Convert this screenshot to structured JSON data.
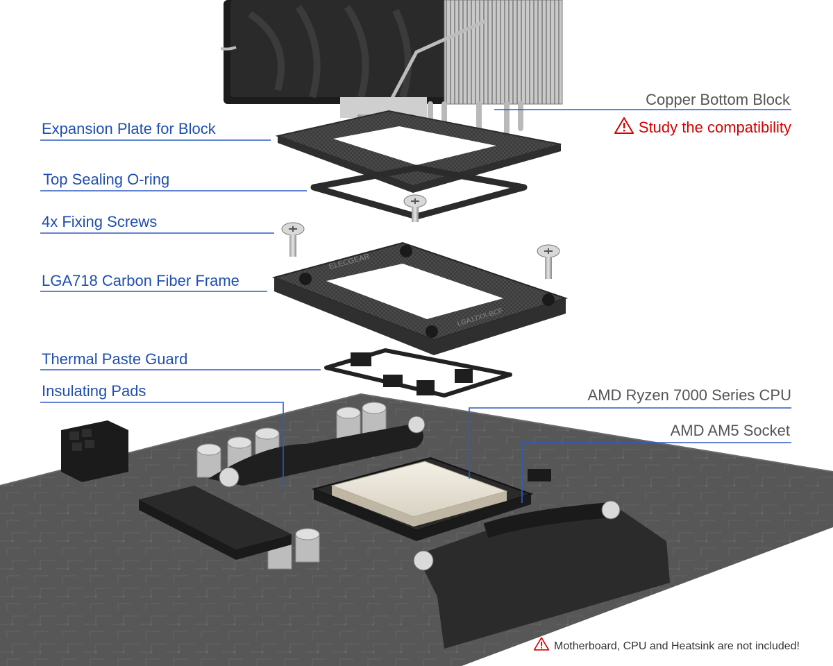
{
  "labels": {
    "copper_bottom_block": "Copper Bottom Block",
    "study_compatibility": "Study the compatibility",
    "expansion_plate": "Expansion Plate for Block",
    "top_sealing_oring": "Top Sealing O-ring",
    "fixing_screws": "4x Fixing Screws",
    "carbon_frame": "LGA718 Carbon Fiber Frame",
    "paste_guard": "Thermal Paste Guard",
    "insulating_pads": "Insulating Pads",
    "amd_cpu": "AMD Ryzen 7000 Series CPU",
    "amd_socket": "AMD AM5 Socket"
  },
  "frame_brand_text": "ELECGEAR",
  "frame_side_text": "LGA17XX-BCF",
  "footer_note": "Motherboard, CPU and Heatsink are not included!",
  "colors": {
    "label_blue": "#1f4fb0",
    "callout_line_blue": "#2b5cc4",
    "label_gray": "#555555",
    "warning_red": "#d40000",
    "board_dark": "#555555"
  },
  "icons": [
    "warning-triangle-icon"
  ]
}
